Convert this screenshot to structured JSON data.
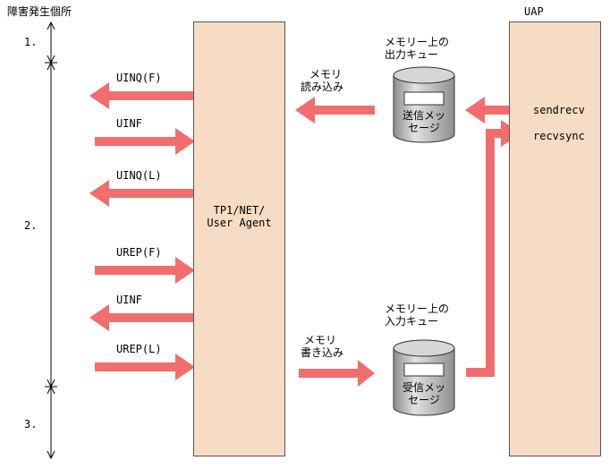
{
  "header": {
    "failure_points": "障害発生個所",
    "uap": "UAP"
  },
  "markers": [
    "1.",
    "2.",
    "3."
  ],
  "agent": {
    "line1": "TP1/NET/",
    "line2": "User Agent"
  },
  "messages": {
    "uinq_f": "UINQ(F)",
    "uinf_1": "UINF",
    "uinq_l": "UINQ(L)",
    "urep_f": "UREP(F)",
    "uinf_2": "UINF",
    "urep_l": "UREP(L)"
  },
  "read": {
    "line1": "メモリ",
    "line2": "読み込み"
  },
  "write": {
    "line1": "メモリ",
    "line2": "書き込み"
  },
  "out_queue": {
    "title1": "メモリー上の",
    "title2": "出力キュー",
    "label1": "送信メッ",
    "label2": "セージ"
  },
  "in_queue": {
    "title1": "メモリー上の",
    "title2": "入力キュー",
    "label1": "受信メッ",
    "label2": "セージ"
  },
  "uap_calls": {
    "send": "sendrecv",
    "recv": "recvsync"
  },
  "colors": {
    "box": "#f6dcc4",
    "arrow": "#f26d6d",
    "cylinder": "#bdbdbd"
  }
}
